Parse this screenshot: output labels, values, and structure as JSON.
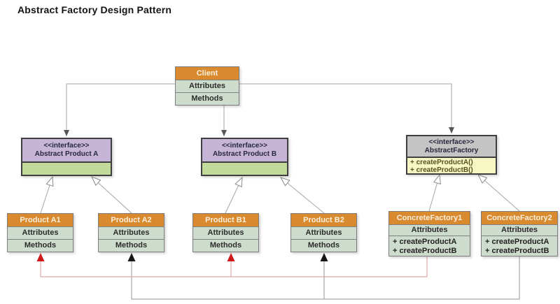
{
  "title": "Abstract Factory Design Pattern",
  "classes": {
    "client": {
      "name": "Client",
      "attributes_label": "Attributes",
      "methods_label": "Methods"
    },
    "abstract_product_a": {
      "stereotype": "<<interface>>",
      "name": "Abstract Product A"
    },
    "abstract_product_b": {
      "stereotype": "<<interface>>",
      "name": "Abstract Product B"
    },
    "abstract_factory": {
      "stereotype": "<<interface>>",
      "name": "AbstractFactory",
      "methods": [
        "+ createProductA()",
        "+ createProductB()"
      ]
    },
    "product_a1": {
      "name": "Product A1",
      "attributes_label": "Attributes",
      "methods_label": "Methods"
    },
    "product_a2": {
      "name": "Product A2",
      "attributes_label": "Attributes",
      "methods_label": "Methods"
    },
    "product_b1": {
      "name": "Product B1",
      "attributes_label": "Attributes",
      "methods_label": "Methods"
    },
    "product_b2": {
      "name": "Product B2",
      "attributes_label": "Attributes",
      "methods_label": "Methods"
    },
    "concrete_factory_1": {
      "name": "ConcreteFactory1",
      "attributes_label": "Attributes",
      "methods": [
        "+ createProductA",
        "+ createProductB"
      ]
    },
    "concrete_factory_2": {
      "name": "ConcreteFactory2",
      "attributes_label": "Attributes",
      "methods": [
        "+ createProductA",
        "+ createProductB"
      ]
    }
  },
  "colors": {
    "header_orange": "#D98A2E",
    "row_green": "#CDDCCD",
    "interface_purple": "#C6B5D6",
    "interface_gray": "#C4C4C4",
    "body_green": "#C2DA9A",
    "body_yellow": "#F7F7C4",
    "line_gray": "#A6A6A6",
    "creation_pink_line": "#DBA8A8",
    "creation_red": "#CC1A1A",
    "creation_black": "#161616",
    "dependency_arrow": "#555555"
  }
}
